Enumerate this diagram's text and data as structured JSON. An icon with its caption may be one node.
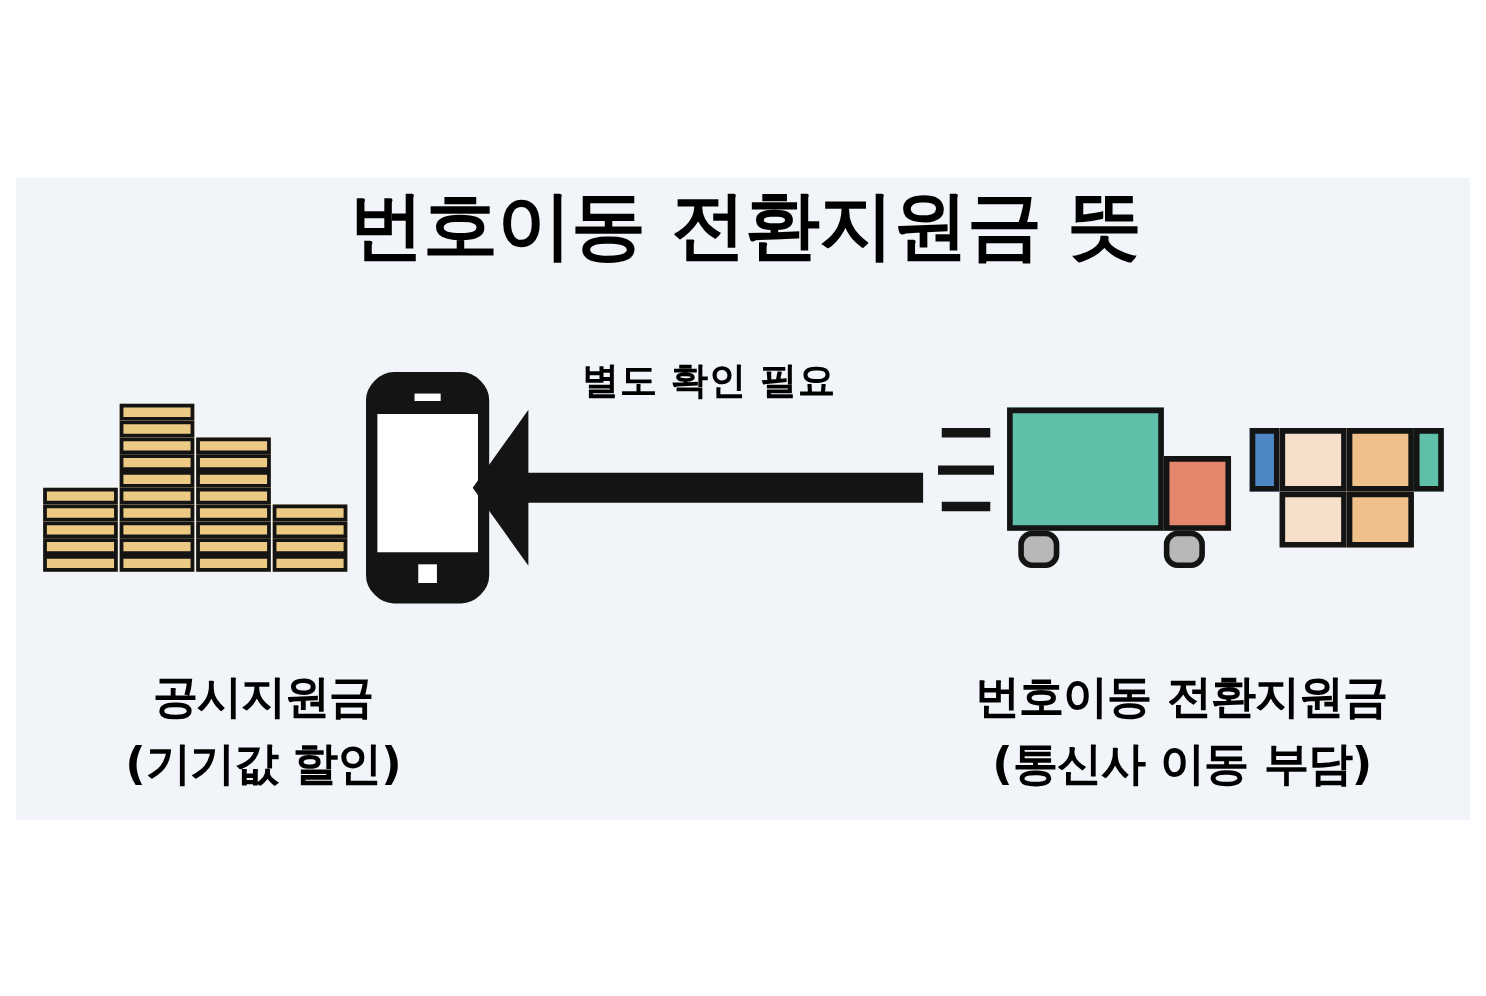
{
  "diagram": {
    "title": "번호이동 전환지원금 뜻",
    "nodes": [
      {
        "text": [],
        "shape": "picture",
        "beside": [
          "공시지원금",
          "(기기값 할인)"
        ]
      },
      {
        "text": [],
        "shape": "picture",
        "beside": [
          "번호이동 전환지원금",
          "(통신사 이동 부담)"
        ]
      }
    ],
    "edges": [
      {
        "from": 1,
        "to": 0,
        "arrow": "to",
        "label": "별도 확인 필요"
      }
    ]
  }
}
